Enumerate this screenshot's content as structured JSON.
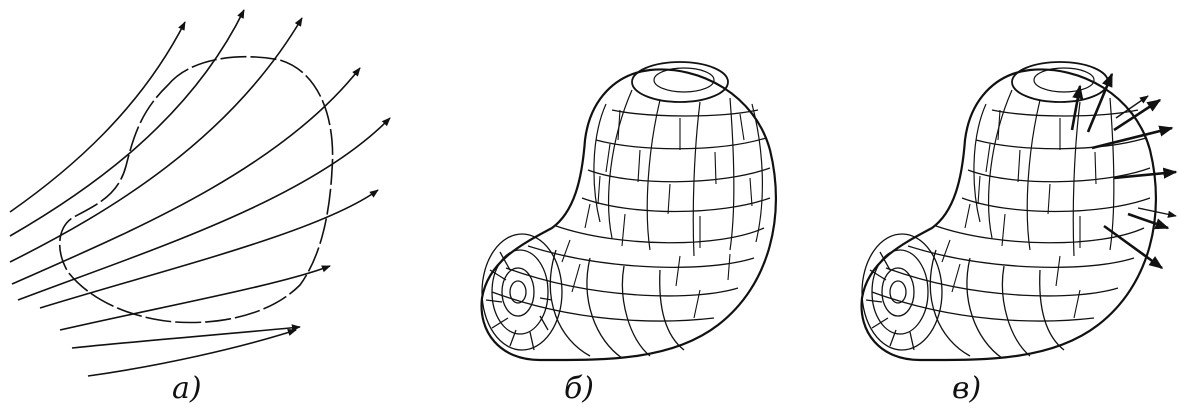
{
  "panels": [
    {
      "id": "a",
      "label": "а)"
    },
    {
      "id": "b",
      "label": "б)"
    },
    {
      "id": "c",
      "label": "в)"
    }
  ],
  "colors": {
    "ink": "#111111",
    "background": "#ffffff"
  }
}
